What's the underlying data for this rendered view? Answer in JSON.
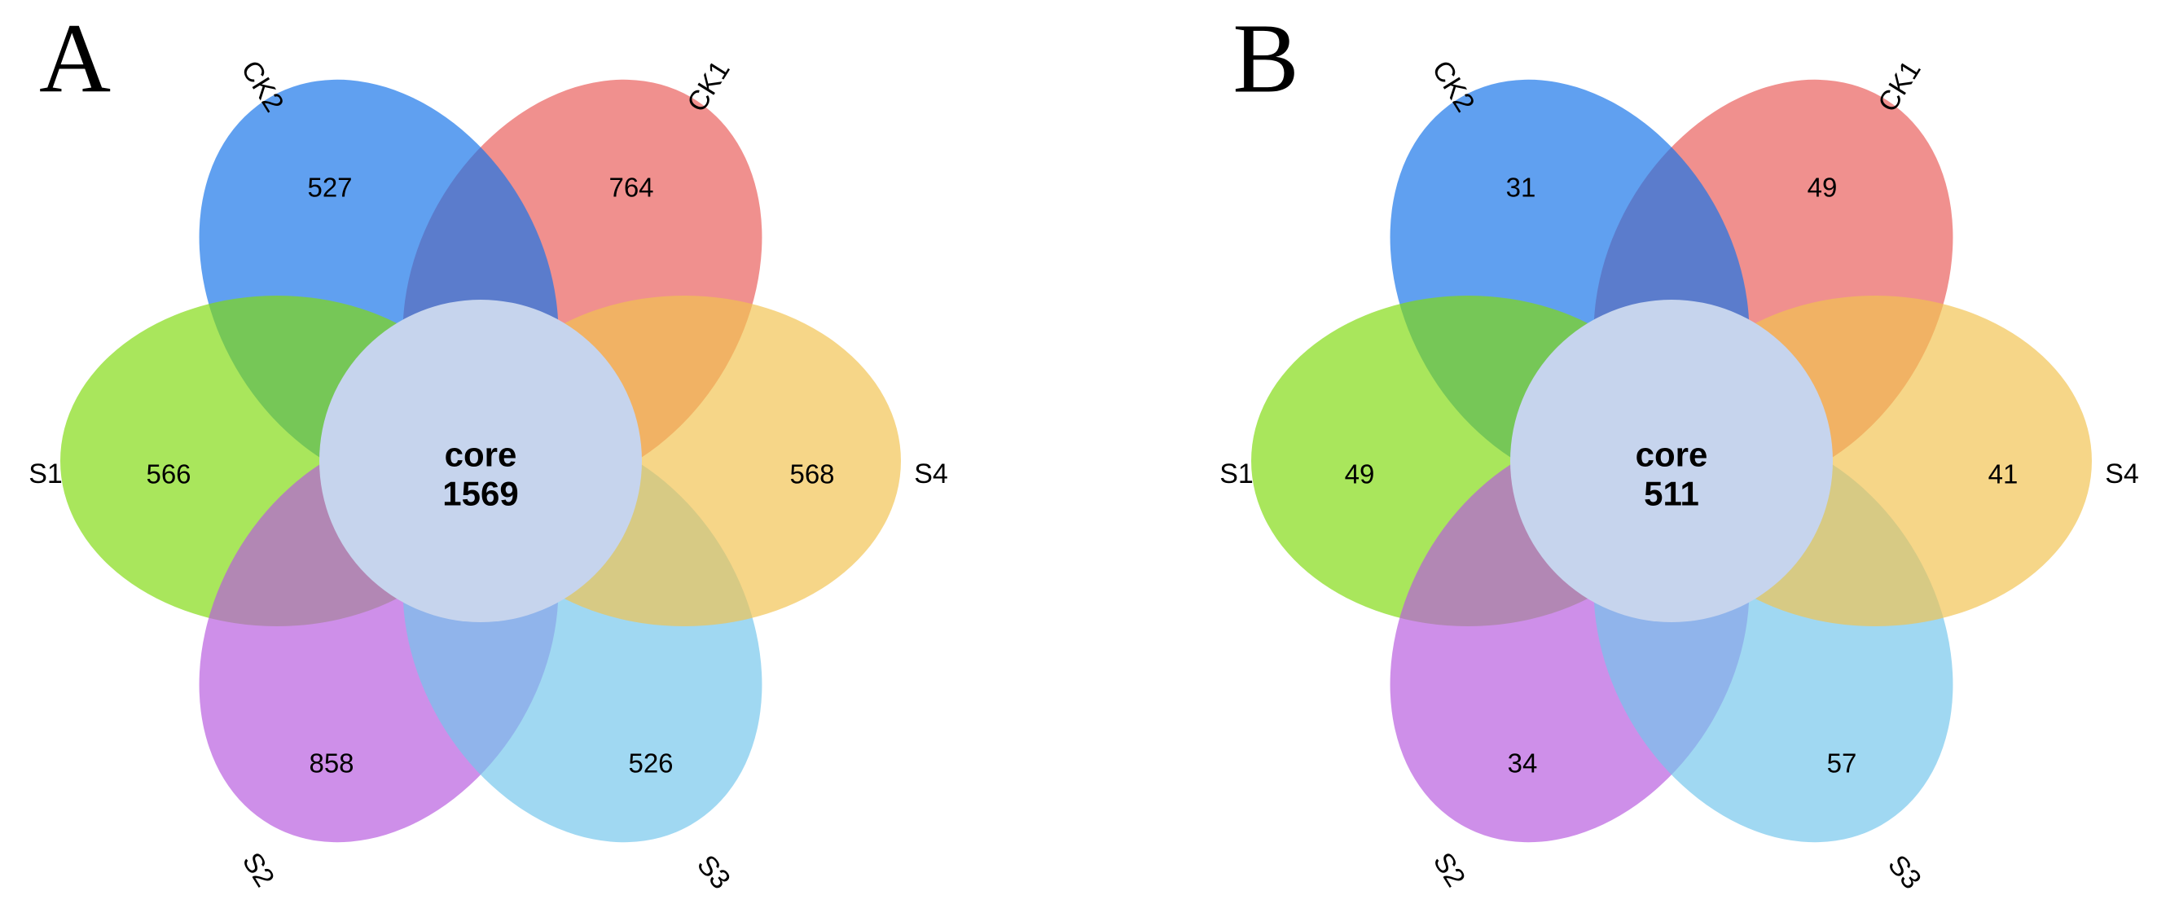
{
  "figure": {
    "background_color": "#ffffff",
    "description": "Two flower-style Venn diagrams of shared (core) and unique element counts across six samples"
  },
  "panels": [
    {
      "label": "A",
      "core": {
        "label": "core",
        "value": "1569",
        "color": "#C6D4ED"
      },
      "petals": [
        {
          "name": "CK1",
          "value": "764",
          "color": "#E95C59"
        },
        {
          "name": "CK2",
          "value": "527",
          "color": "#1573E9"
        },
        {
          "name": "S1",
          "value": "566",
          "color": "#80DA0F"
        },
        {
          "name": "S2",
          "value": "858",
          "color": "#B75ADF"
        },
        {
          "name": "S3",
          "value": "526",
          "color": "#73C6EC"
        },
        {
          "name": "S4",
          "value": "568",
          "color": "#F2C350"
        }
      ]
    },
    {
      "label": "B",
      "core": {
        "label": "core",
        "value": "511",
        "color": "#C6D4ED"
      },
      "petals": [
        {
          "name": "CK1",
          "value": "49",
          "color": "#E95C59"
        },
        {
          "name": "CK2",
          "value": "31",
          "color": "#1573E9"
        },
        {
          "name": "S1",
          "value": "49",
          "color": "#80DA0F"
        },
        {
          "name": "S2",
          "value": "34",
          "color": "#B75ADF"
        },
        {
          "name": "S3",
          "value": "57",
          "color": "#73C6EC"
        },
        {
          "name": "S4",
          "value": "41",
          "color": "#F2C350"
        }
      ]
    }
  ],
  "chart_data": [
    {
      "type": "venn_flower",
      "panel": "A",
      "core_label": "core",
      "core_value": 1569,
      "sets": {
        "CK1": 764,
        "CK2": 527,
        "S1": 566,
        "S2": 858,
        "S3": 526,
        "S4": 568
      },
      "petal_angles_deg": {
        "S4": 0,
        "CK1": 60,
        "CK2": 120,
        "S1": 180,
        "S2": 240,
        "S3": 300
      },
      "legend_position": "none",
      "grid": false
    },
    {
      "type": "venn_flower",
      "panel": "B",
      "core_label": "core",
      "core_value": 511,
      "sets": {
        "CK1": 49,
        "CK2": 31,
        "S1": 49,
        "S2": 34,
        "S3": 57,
        "S4": 41
      },
      "petal_angles_deg": {
        "S4": 0,
        "CK1": 60,
        "CK2": 120,
        "S1": 180,
        "S2": 240,
        "S3": 300
      },
      "legend_position": "none",
      "grid": false
    }
  ]
}
